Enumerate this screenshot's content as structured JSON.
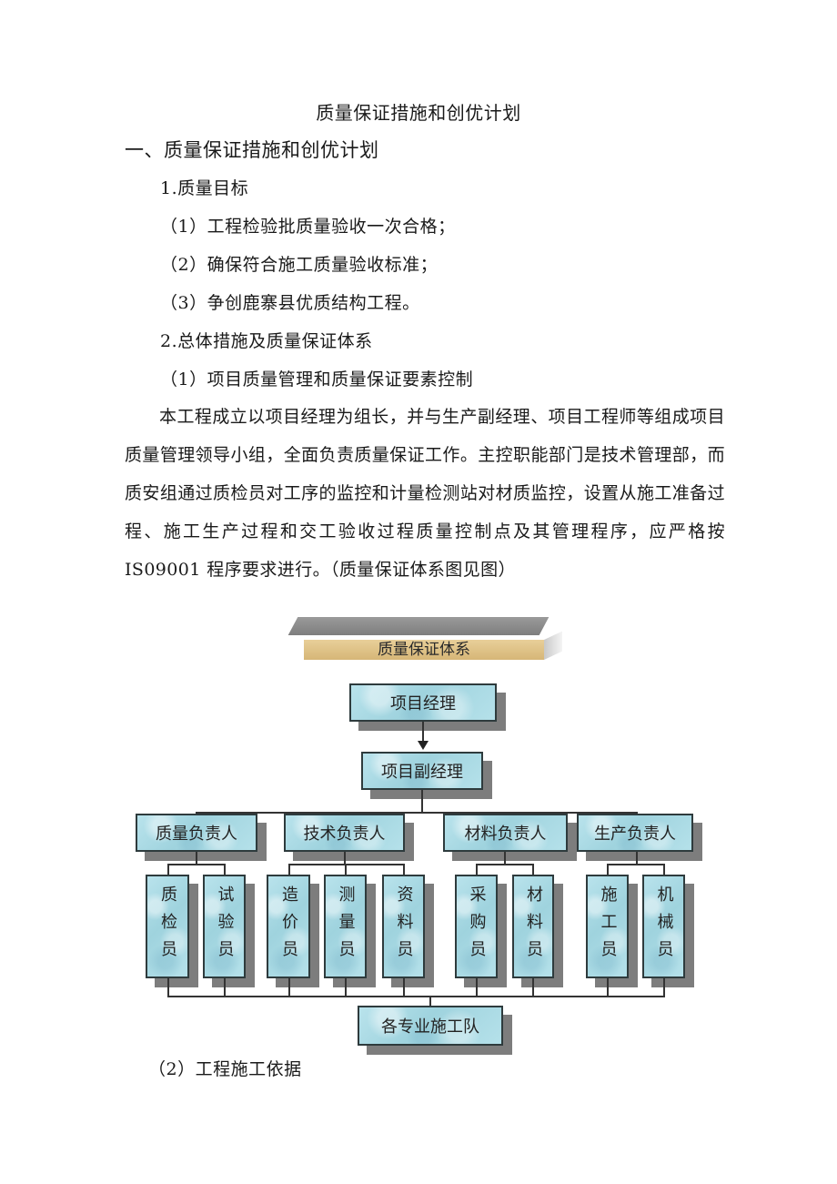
{
  "document": {
    "title": "质量保证措施和创优计划",
    "section_heading": "一、质量保证措施和创优计划",
    "subsection_1": "1.质量目标",
    "goals": [
      "（1）工程检验批质量验收一次合格；",
      "（2）确保符合施工质量验收标准；",
      "（3）争创鹿寨县优质结构工程。"
    ],
    "subsection_2": "2.总体措施及质量保证体系",
    "item_1": "（1）项目质量管理和质量保证要素控制",
    "paragraph": "本工程成立以项目经理为组长，并与生产副经理、项目工程师等组成项目质量管理领导小组，全面负责质量保证工作。主控职能部门是技术管理部，而质安组通过质检员对工序的监控和计量检测站对材质监控，设置从施工准备过程、施工生产过程和交工验收过程质量控制点及其管理程序，应严格按 IS09001 程序要求进行。（质量保证体系图见图）",
    "item_2": "（2）工程施工依据"
  },
  "diagram": {
    "banner": "质量保证体系",
    "top": "项目经理",
    "deputy": "项目副经理",
    "managers": [
      "质量负责人",
      "技术负责人",
      "材料负责人",
      "生产负责人"
    ],
    "staff": [
      "质检员",
      "试验员",
      "造价员",
      "测量员",
      "资料员",
      "采购员",
      "材料员",
      "施工员",
      "机械员"
    ],
    "bottom": "各专业施工队",
    "colors": {
      "box_fill": "#a8d8e2",
      "box_border": "#2e3b3d",
      "shadow": "#7d7d7d",
      "banner_fill": "#dcbf82",
      "banner_top": "#8c8c8c"
    }
  }
}
